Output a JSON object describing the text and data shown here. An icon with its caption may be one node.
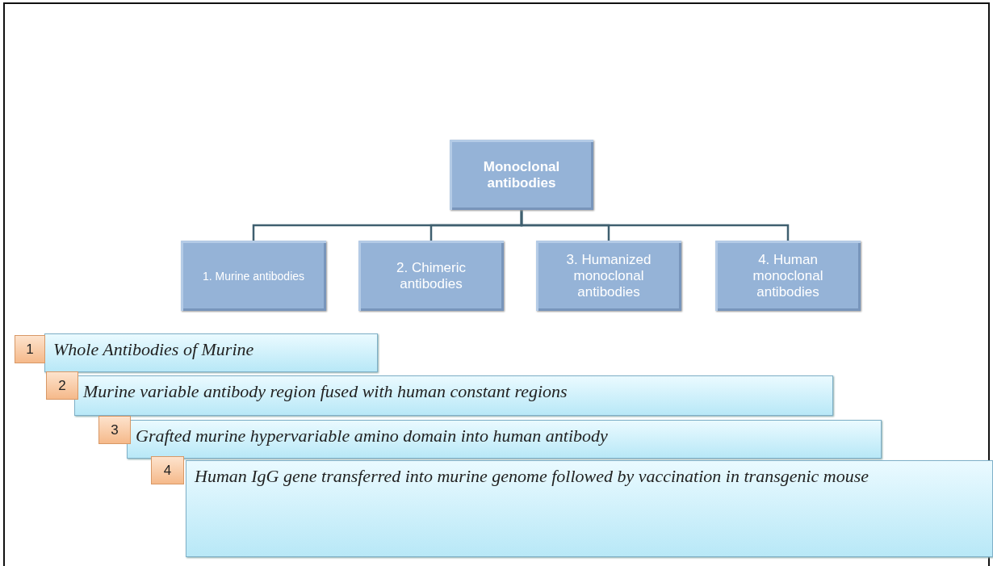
{
  "diagram": {
    "nodes": [
      {
        "text": [
          "Monoclonal antibodies"
        ]
      },
      {
        "text": [
          "1. Murine antibodies"
        ]
      },
      {
        "text": [
          "2. Chimeric antibodies"
        ]
      },
      {
        "text": [
          "3. Humanized monoclonal antibodies"
        ]
      },
      {
        "text": [
          "4. Human monoclonal antibodies"
        ]
      },
      {
        "text": [
          "1"
        ]
      },
      {
        "text": [
          "Whole Antibodies of Murine"
        ]
      },
      {
        "text": [
          "2"
        ]
      },
      {
        "text": [
          "Murine variable antibody region fused with human constant regions"
        ]
      },
      {
        "text": [
          "3"
        ]
      },
      {
        "text": [
          "Grafted murine hypervariable amino domain into human antibody"
        ]
      },
      {
        "text": [
          "4"
        ]
      },
      {
        "text": [
          "Human IgG gene transferred into murine genome followed by vaccination in transgenic mouse"
        ]
      }
    ],
    "edges": [
      {
        "from": 0,
        "to": 1,
        "arrow": "none"
      },
      {
        "from": 0,
        "to": 2,
        "arrow": "none"
      },
      {
        "from": 0,
        "to": 3,
        "arrow": "none"
      },
      {
        "from": 0,
        "to": 4,
        "arrow": "none"
      }
    ]
  }
}
